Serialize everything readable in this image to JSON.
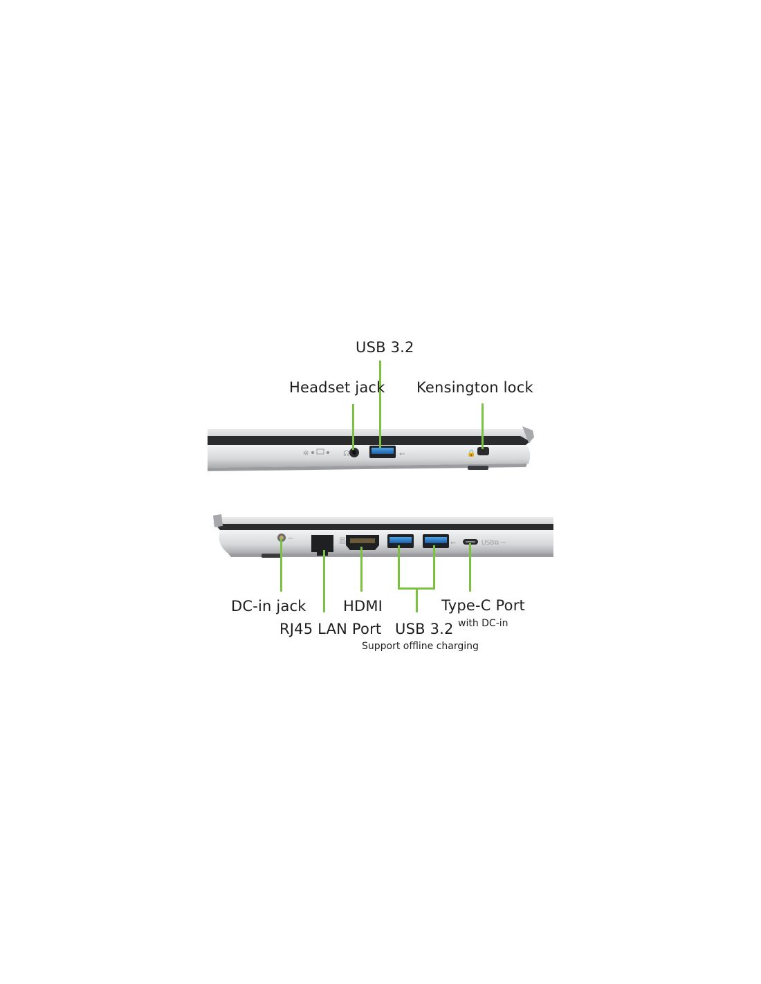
{
  "right_side": {
    "labels": {
      "usb": "USB 3.2",
      "headset": "Headset jack",
      "kensington": "Kensington lock"
    }
  },
  "left_side": {
    "labels": {
      "dc_in": "DC-in jack",
      "rj45": "RJ45 LAN Port",
      "hdmi": "HDMI",
      "usb": "USB 3.2",
      "usb_note": "Support offline charging",
      "typec": "Type-C Port",
      "typec_note": "with DC-in"
    }
  },
  "colors": {
    "leader_line": "#7cc242",
    "chassis": "#c9cacc",
    "usb_port": "#2f7fc6"
  }
}
